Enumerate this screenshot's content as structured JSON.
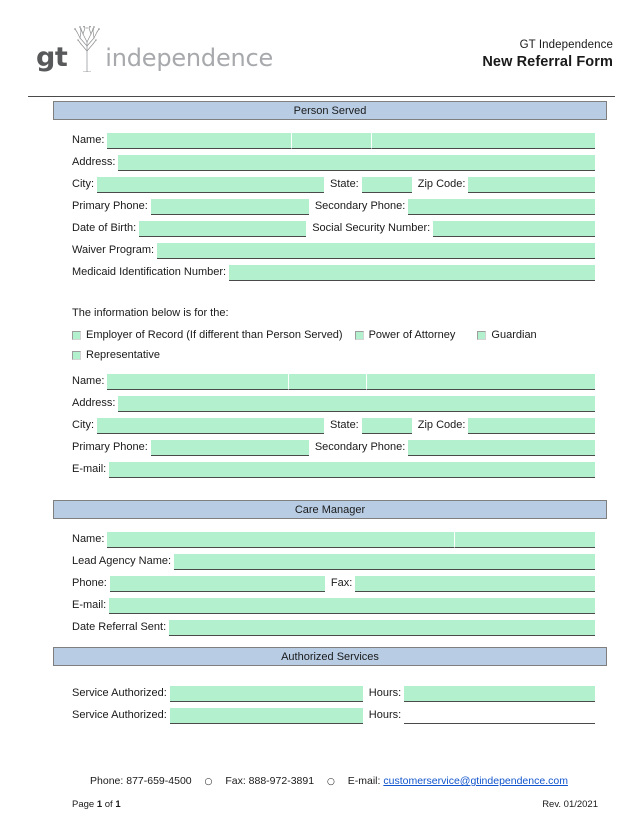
{
  "header": {
    "logo": {
      "mark": "gt",
      "word": "independence",
      "tree_icon": "tree-icon"
    },
    "org_name": "GT Independence",
    "form_title": "New Referral Form"
  },
  "sections": [
    {
      "id": "person-served",
      "title": "Person Served",
      "rows": [
        {
          "label": "Name:"
        },
        {
          "label": "Address:"
        },
        {
          "label_city": "City:",
          "label_state": "State:",
          "label_zip": "Zip Code:"
        },
        {
          "label_primary": "Primary Phone:",
          "label_secondary": "Secondary Phone:"
        },
        {
          "label_dob": "Date of Birth:",
          "label_ssn": "Social Security Number:"
        },
        {
          "label": "Waiver Program:"
        },
        {
          "label": "Medicaid Identification Number:"
        }
      ]
    },
    {
      "id": "care-manager",
      "title": "Care Manager",
      "rows": [
        {
          "label": "Name:"
        },
        {
          "label": "Lead Agency Name:"
        },
        {
          "label_phone": "Phone:",
          "label_fax": "Fax:"
        },
        {
          "label": "E-mail:"
        },
        {
          "label": "Date Referral Sent:"
        }
      ]
    },
    {
      "id": "authorized-services",
      "title": "Authorized Services",
      "rows": [
        {
          "label_service": "Service Authorized:",
          "label_hours": "Hours:"
        },
        {
          "label_service": "Service Authorized:",
          "label_hours": "Hours:"
        }
      ]
    }
  ],
  "representative_block": {
    "intro": "The information below is for the:",
    "checkboxes": [
      {
        "label": "Employer of Record (If different than Person Served)",
        "checked": false
      },
      {
        "label": "Power of Attorney",
        "checked": false
      },
      {
        "label": "Guardian",
        "checked": false
      },
      {
        "label": "Representative",
        "checked": false
      }
    ],
    "rows": [
      {
        "label": "Name:"
      },
      {
        "label": "Address:"
      },
      {
        "label_city": "City:",
        "label_state": "State:",
        "label_zip": "Zip Code:"
      },
      {
        "label_primary": "Primary Phone:",
        "label_secondary": "Secondary Phone:"
      },
      {
        "label": "E-mail:"
      }
    ]
  },
  "footer": {
    "phone_label": "Phone: 877-659-4500",
    "fax_label": "Fax: 888-972-3891",
    "email_label": "E-mail:",
    "email_address": "customerservice@gtindependence.com",
    "separator": "○",
    "page_prefix": "Page",
    "page_current": "1",
    "page_middle": "of",
    "page_total": "1",
    "revision": "Rev. 01/2021"
  },
  "colors": {
    "section_bar": "#b8cce4",
    "field_fill": "#b3f0ce",
    "rule": "#4a4a4a",
    "link": "#1155cc",
    "logo_mark": "#58595b",
    "logo_word": "#a7a9ac"
  }
}
